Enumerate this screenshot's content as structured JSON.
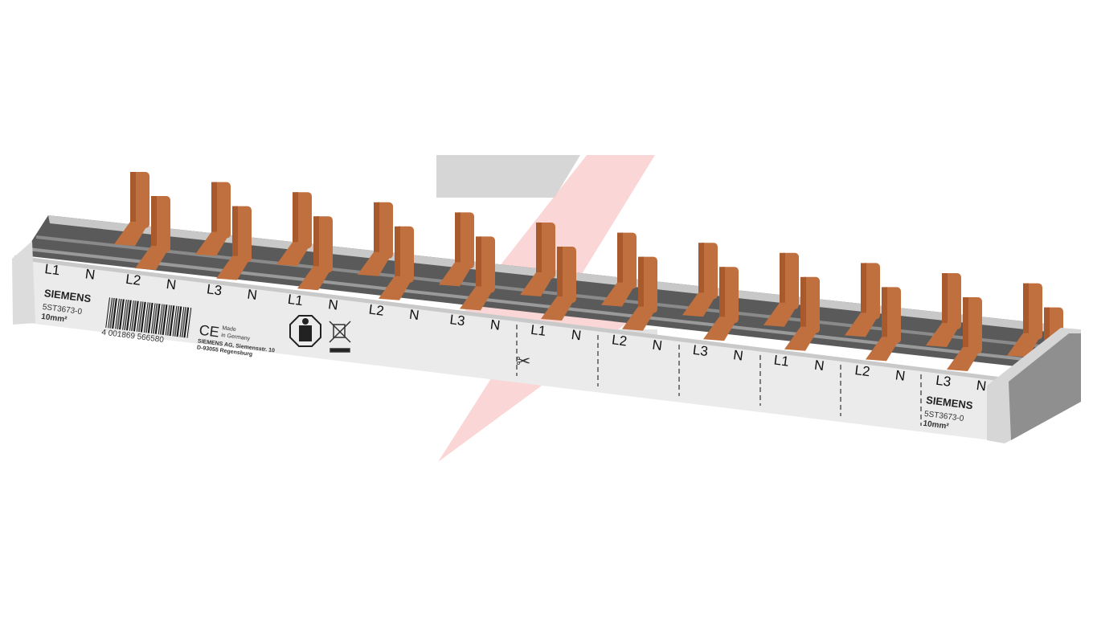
{
  "product": {
    "brand": "SIEMENS",
    "part_number": "5ST3673-0",
    "cross_section": "10mm²",
    "barcode": "4 001869 566580",
    "ce_mark": "CE",
    "made_in": [
      "Made",
      "in Germany"
    ],
    "address": [
      "SIEMENS AG, Siemensstr. 10",
      "D-93055 Regensburg"
    ],
    "phase_labels": [
      "L1",
      "N",
      "L2",
      "N",
      "L3",
      "N",
      "L1",
      "N",
      "L2",
      "N",
      "L3",
      "N",
      "L1",
      "N",
      "L2",
      "N",
      "L3",
      "N",
      "L1",
      "N",
      "L2",
      "N",
      "L3",
      "N"
    ]
  },
  "colors": {
    "copper": "#c0703f",
    "housing": "#e8e8e8",
    "rail": "#555555",
    "watermark_red": "#f08080",
    "watermark_gray": "#cccccc"
  }
}
